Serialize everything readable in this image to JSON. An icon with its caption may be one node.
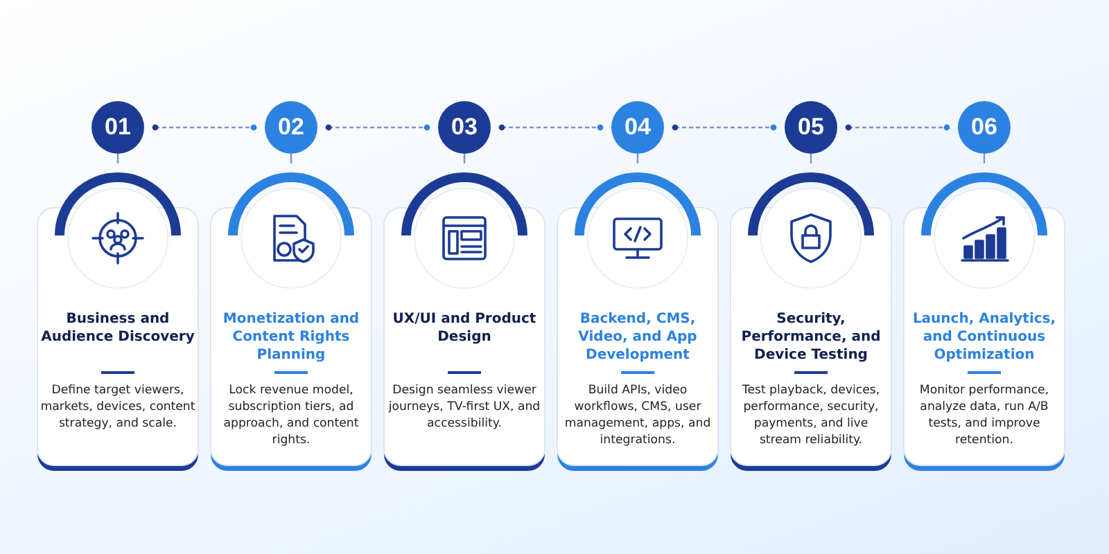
{
  "diagram": {
    "nodes": [
      {
        "text": [
          "01"
        ]
      },
      {
        "text": [
          "02"
        ]
      },
      {
        "text": [
          "03"
        ]
      },
      {
        "text": [
          "04"
        ]
      },
      {
        "text": [
          "05"
        ]
      },
      {
        "text": [
          "06"
        ]
      },
      {
        "text": [
          "Business and Audience Discovery",
          "Define target viewers, markets, devices, content strategy, and scale."
        ]
      },
      {
        "text": [
          "Monetization and Content Rights Planning",
          "Lock revenue model, subscription tiers, ad approach, and content rights."
        ]
      },
      {
        "text": [
          "UX/UI and Product Design",
          "Design seamless viewer journeys, TV-first UX, and accessibility."
        ]
      },
      {
        "text": [
          "Backend, CMS, Video, and App Development",
          "Build APIs, video workflows, CMS, user management, apps, and integrations."
        ]
      },
      {
        "text": [
          "Security, Performance, and Device Testing",
          "Test playback, devices, performance, security, payments, and live stream reliability."
        ]
      },
      {
        "text": [
          "Launch, Analytics, and Continuous Optimization",
          "Monitor performance, analyze data, run A/B tests, and improve retention."
        ]
      }
    ],
    "edges": [
      {
        "from": 0,
        "to": 1,
        "arrow": "other",
        "style": "dashed"
      },
      {
        "from": 1,
        "to": 2,
        "arrow": "other",
        "style": "dashed"
      },
      {
        "from": 2,
        "to": 3,
        "arrow": "other",
        "style": "dashed"
      },
      {
        "from": 3,
        "to": 4,
        "arrow": "other",
        "style": "dashed"
      },
      {
        "from": 4,
        "to": 5,
        "arrow": "other",
        "style": "dashed"
      },
      {
        "from": 0,
        "to": 6,
        "arrow": "none"
      },
      {
        "from": 1,
        "to": 7,
        "arrow": "none"
      },
      {
        "from": 2,
        "to": 8,
        "arrow": "none"
      },
      {
        "from": 3,
        "to": 9,
        "arrow": "none"
      },
      {
        "from": 4,
        "to": 10,
        "arrow": "none"
      },
      {
        "from": 5,
        "to": 11,
        "arrow": "none"
      }
    ]
  }
}
